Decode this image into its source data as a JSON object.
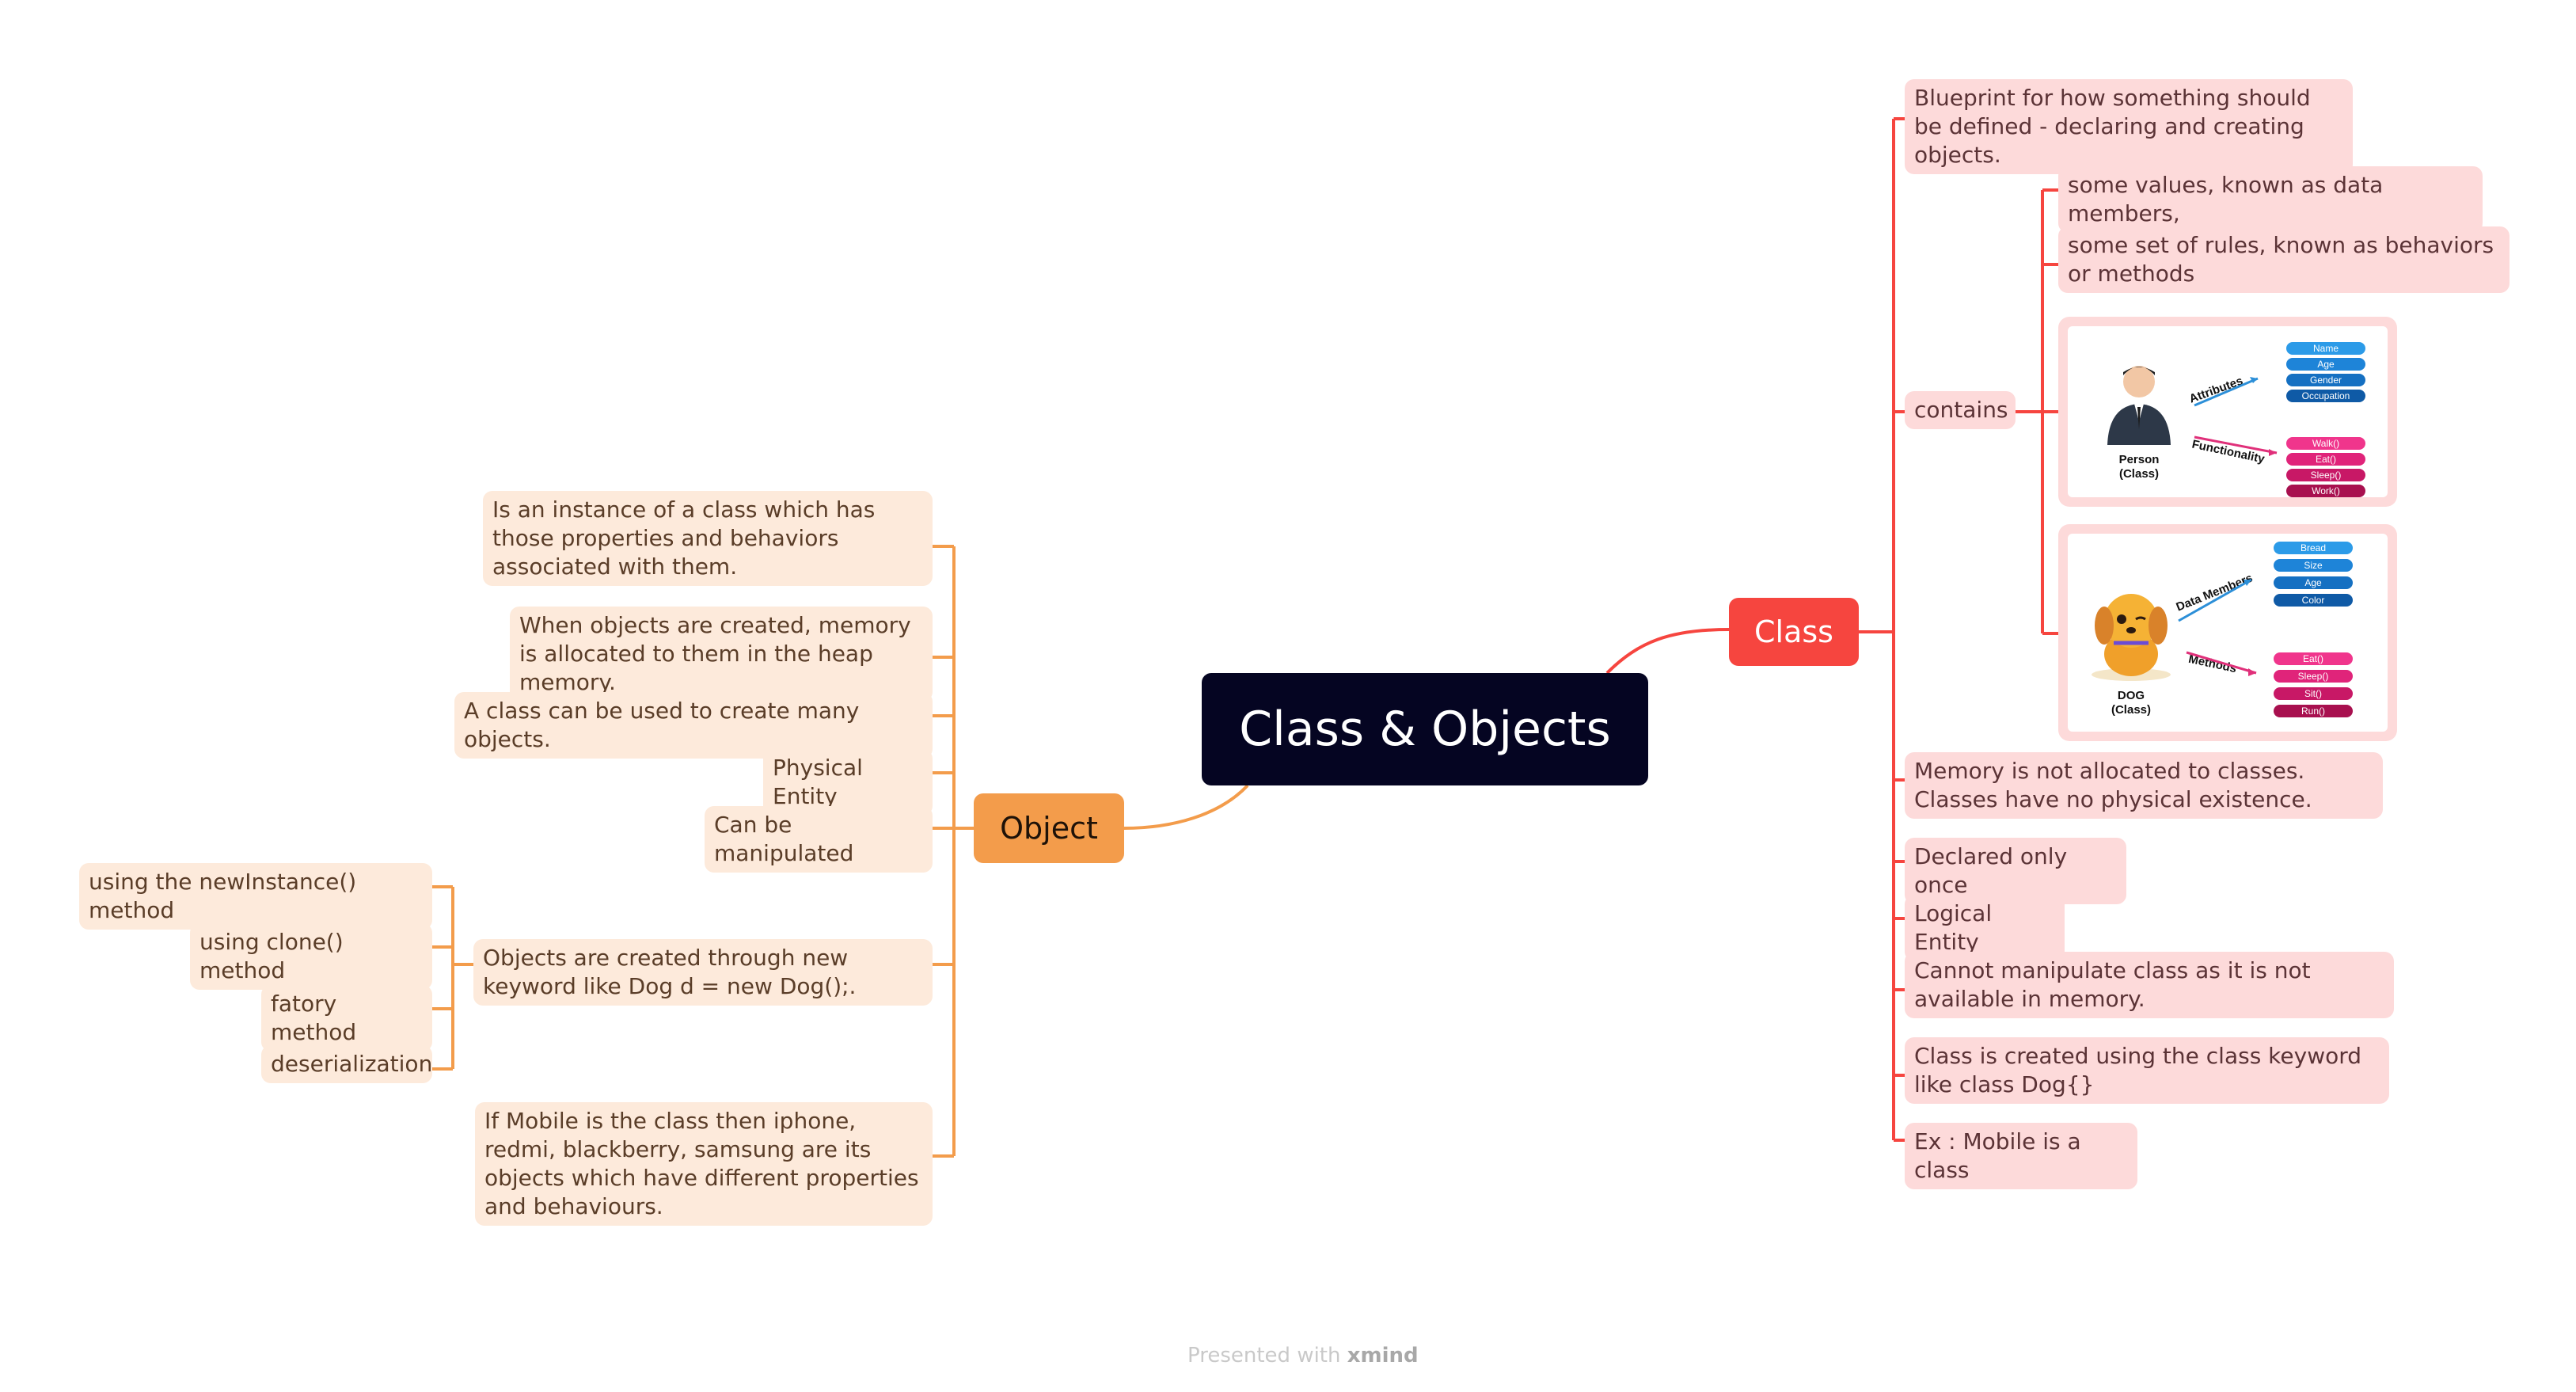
{
  "center": "Class & Objects",
  "class_branch": {
    "label": "Class",
    "blueprint": "Blueprint for how something should be defined - declaring and creating objects.",
    "contains": {
      "label": "contains",
      "data_members": "some values, known as data members,",
      "behaviors": "some set of rules, known as behaviors or methods",
      "person_image": {
        "caption": "Person\n(Class)",
        "attributes_label": "Attributes",
        "functionality_label": "Functionality",
        "attributes": [
          "Name",
          "Age",
          "Gender",
          "Occupation"
        ],
        "functions": [
          "Walk()",
          "Eat()",
          "Sleep()",
          "Work()"
        ]
      },
      "dog_image": {
        "caption": "DOG\n(Class)",
        "data_members_label": "Data Members",
        "methods_label": "Methods",
        "data_members": [
          "Bread",
          "Size",
          "Age",
          "Color"
        ],
        "methods": [
          "Eat()",
          "Sleep()",
          "Sit()",
          "Run()"
        ]
      }
    },
    "memory": "Memory is not allocated to classes. Classes have no physical existence.",
    "declared": "Declared only once",
    "logical": "Logical Entity",
    "cannot": "Cannot manipulate class as it is not available in memory.",
    "created": "Class is created using the class keyword like class Dog{}",
    "example": "Ex : Mobile is a class"
  },
  "object_branch": {
    "label": "Object",
    "instance": "Is an instance of a class which has those properties and behaviors associated with them.",
    "memory": "When objects are created, memory is allocated to them in the heap memory.",
    "many": "A class can be used to create many objects.",
    "physical": "Physical Entity",
    "manipulated": "Can be manipulated",
    "created": {
      "label": "Objects are created through new keyword like Dog d = new Dog();.",
      "ways": [
        "using the newInstance() method",
        "using clone() method",
        "fatory method",
        "deserialization"
      ]
    },
    "mobile": "If Mobile is the class then iphone, redmi, blackberry, samsung are its objects which have different properties and behaviours."
  },
  "footer": {
    "presented": "Presented with",
    "brand": "xmind"
  },
  "colors": {
    "class": "#f6453f",
    "object": "#f39c4b",
    "center": "#050522"
  }
}
